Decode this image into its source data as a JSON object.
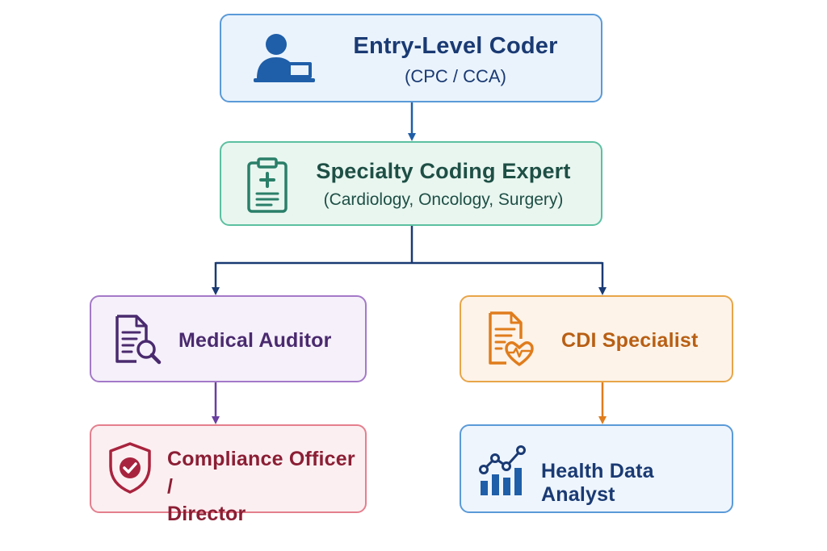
{
  "nodes": {
    "entry": {
      "title": "Entry-Level Coder",
      "subtitle": "(CPC / CCA)",
      "icon": "coder-laptop-icon"
    },
    "specialty": {
      "title": "Specialty Coding Expert",
      "subtitle": "(Cardiology, Oncology, Surgery)",
      "icon": "clipboard-medical-icon"
    },
    "auditor": {
      "title": "Medical Auditor",
      "icon": "document-search-icon"
    },
    "cdi": {
      "title": "CDI Specialist",
      "icon": "document-heart-icon"
    },
    "compliance": {
      "title_line1": "Compliance Officer /",
      "title_line2": "Director",
      "icon": "shield-check-icon"
    },
    "analyst": {
      "title": "Health Data Analyst",
      "icon": "chart-analytics-icon"
    }
  },
  "colors": {
    "blue": "#1f5ea8",
    "teal": "#2a9c7e",
    "navy": "#1a3a73",
    "purple": "#6a3fa0",
    "orange": "#e07c1c",
    "red": "#a8243e"
  }
}
